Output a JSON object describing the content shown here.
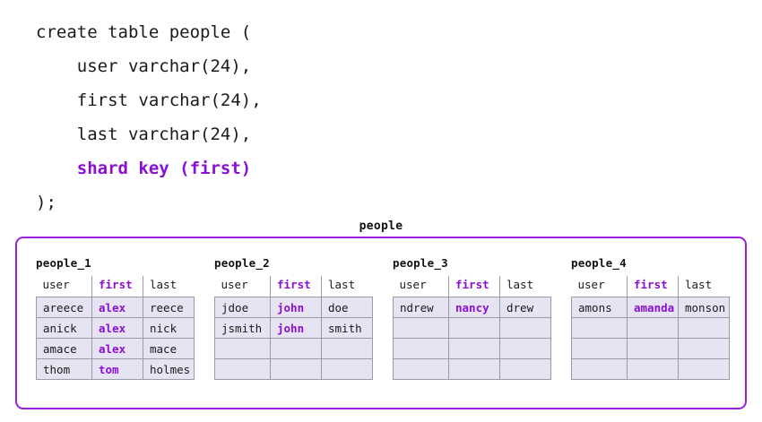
{
  "sql": {
    "lines": [
      {
        "text": "create table people (",
        "accent": false
      },
      {
        "text": "    user varchar(24),",
        "accent": false
      },
      {
        "text": "    first varchar(24),",
        "accent": false
      },
      {
        "text": "    last varchar(24),",
        "accent": false
      },
      {
        "text": "    shard key (first)",
        "accent": true
      },
      {
        "text": ");",
        "accent": false
      }
    ]
  },
  "diagram": {
    "title": "people",
    "accent_color": "#8A0FD4",
    "container_border_color": "#9B1FE0",
    "cell_fill_color": "#E6E3F2",
    "cell_border_color": "#9A9AA8",
    "columns": [
      "user",
      "first",
      "last"
    ],
    "key_column": "first",
    "rows_per_shard": 4,
    "shards": [
      {
        "name": "people_1",
        "rows": [
          {
            "user": "areece",
            "first": "alex",
            "last": "reece"
          },
          {
            "user": "anick",
            "first": "alex",
            "last": "nick"
          },
          {
            "user": "amace",
            "first": "alex",
            "last": "mace"
          },
          {
            "user": "thom",
            "first": "tom",
            "last": "holmes"
          }
        ]
      },
      {
        "name": "people_2",
        "rows": [
          {
            "user": "jdoe",
            "first": "john",
            "last": "doe"
          },
          {
            "user": "jsmith",
            "first": "john",
            "last": "smith"
          },
          {
            "user": "",
            "first": "",
            "last": ""
          },
          {
            "user": "",
            "first": "",
            "last": ""
          }
        ]
      },
      {
        "name": "people_3",
        "rows": [
          {
            "user": "ndrew",
            "first": "nancy",
            "last": "drew"
          },
          {
            "user": "",
            "first": "",
            "last": ""
          },
          {
            "user": "",
            "first": "",
            "last": ""
          },
          {
            "user": "",
            "first": "",
            "last": ""
          }
        ]
      },
      {
        "name": "people_4",
        "rows": [
          {
            "user": "amons",
            "first": "amanda",
            "last": "monson"
          },
          {
            "user": "",
            "first": "",
            "last": ""
          },
          {
            "user": "",
            "first": "",
            "last": ""
          },
          {
            "user": "",
            "first": "",
            "last": ""
          }
        ]
      }
    ]
  }
}
